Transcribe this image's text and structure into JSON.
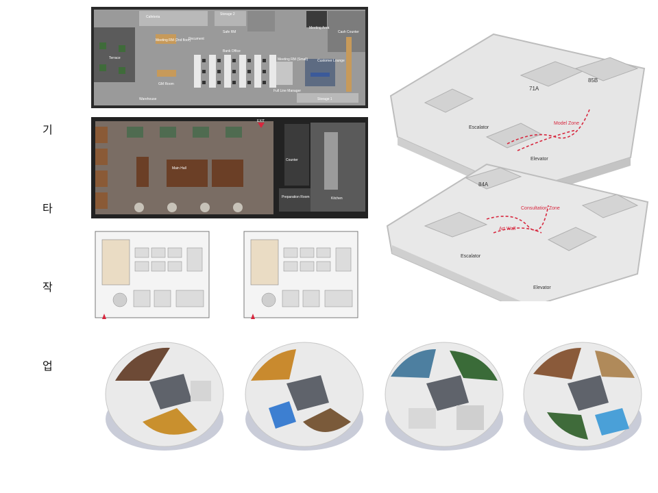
{
  "side_label": [
    "기",
    "타",
    "작",
    "업"
  ],
  "plan1": {
    "rooms": [
      "Cafeteria",
      "Storage 2",
      "Meeting Area",
      "Cash Counter",
      "Meeting RM (2nd floor)",
      "Document",
      "Safe RM",
      "Bank Office",
      "Terrace",
      "Meeting RM (Small)",
      "Customer Lounge",
      "GM Room",
      "Full Line Manager",
      "Warehouse",
      "Storage 1"
    ]
  },
  "plan2": {
    "exit_label": "EXIT",
    "rooms": [
      "Main Hall",
      "Counter",
      "Preparation Room",
      "Kitchen"
    ]
  },
  "iso": {
    "upper": [
      "71A",
      "85B",
      "Model Zone",
      "Escalator",
      "Elevator"
    ],
    "lower": [
      "84A",
      "Consultation Zone",
      "Art Wall",
      "Escalator",
      "Elevator"
    ]
  },
  "colors": {
    "accent_red": "#d7263d",
    "dark_plan": "#2b2b2b",
    "floor_wood": "#6b4a34"
  }
}
